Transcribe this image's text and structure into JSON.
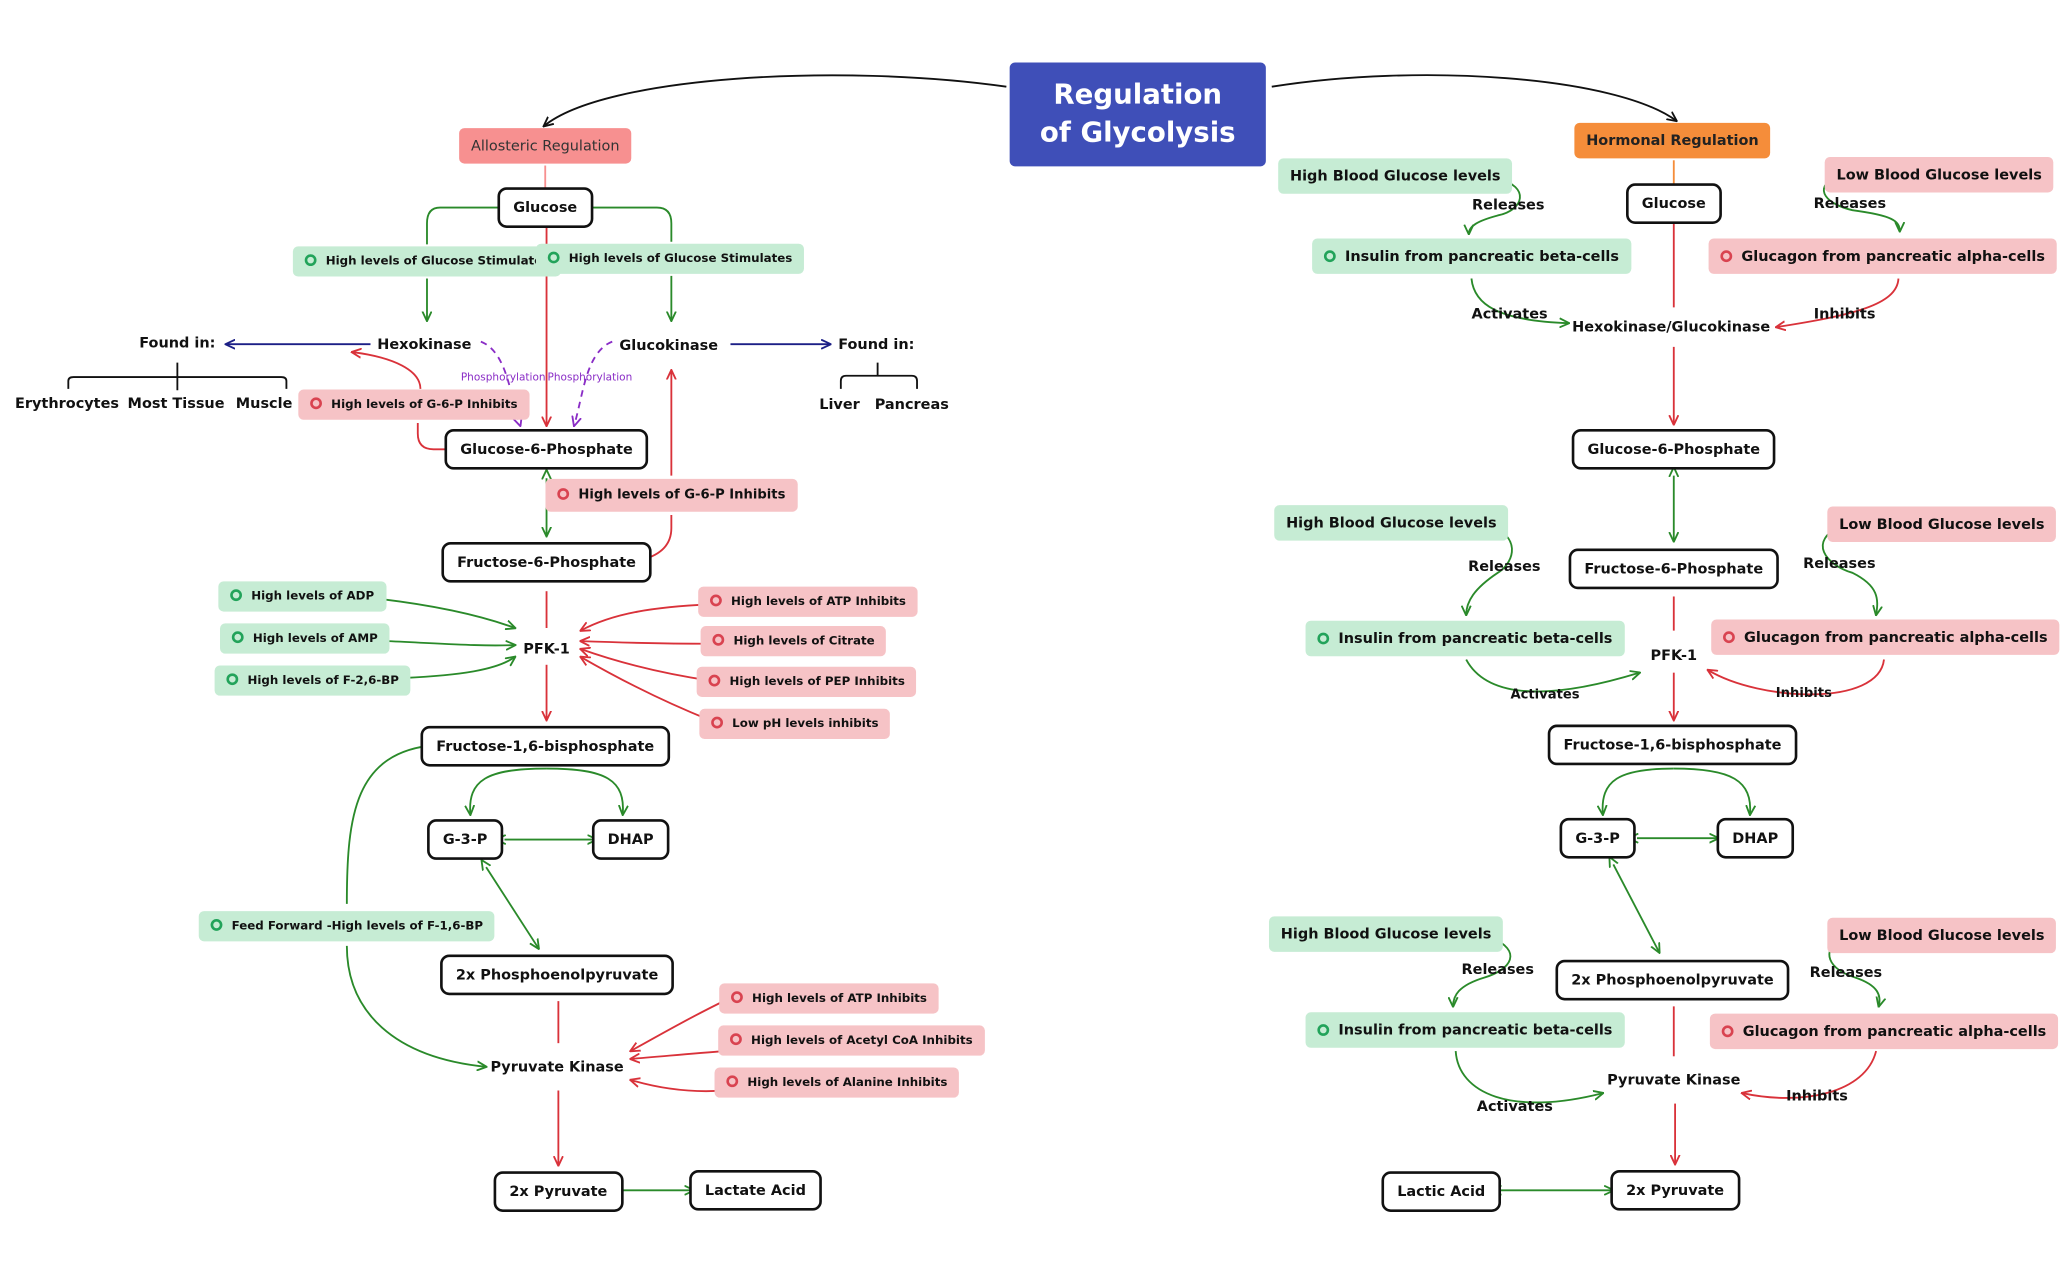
{
  "title": "Regulation of Glycolysis",
  "colors": {
    "title_bg": "#3f4fb8",
    "allosteric_bg": "#f79090",
    "hormonal_bg": "#f58d3a",
    "stimulate_bg": "#c6ecd4",
    "inhibit_bg": "#f6c3c6",
    "stimulate_arrow": "#2a8a2a",
    "inhibit_arrow": "#d9323a",
    "location_arrow": "#1c1f86",
    "phosphorylation_arrow": "#8a2dc6"
  },
  "left": {
    "heading": "Allosteric Regulation",
    "glucose": "Glucose",
    "glucose_stim_left": "High levels of Glucose Stimulates",
    "glucose_stim_right": "High levels of Glucose Stimulates",
    "hexokinase": "Hexokinase",
    "glucokinase": "Glucokinase",
    "found_in_left": "Found in:",
    "found_in_right": "Found in:",
    "erythrocytes": "Erythrocytes",
    "most_tissue": "Most Tissue",
    "muscle": "Muscle",
    "liver": "Liver",
    "pancreas": "Pancreas",
    "phosphorylation_left": "Phosphorylation",
    "phosphorylation_right": "Phosphorylation",
    "g6p_inhibits_small": "High levels of G-6-P Inhibits",
    "g6p": "Glucose-6-Phosphate",
    "g6p_inhibits": "High levels of G-6-P Inhibits",
    "f6p": "Fructose-6-Phosphate",
    "adp": "High levels of ADP",
    "amp": "High levels of AMP",
    "f26bp": "High levels of F-2,6-BP",
    "pfk1": "PFK-1",
    "atp_inhibits": "High levels of ATP Inhibits",
    "citrate": "High levels of Citrate",
    "pep_inhibits": "High levels of PEP Inhibits",
    "low_ph": "Low pH levels inhibits",
    "f16bp": "Fructose-1,6-bisphosphate",
    "g3p": "G-3-P",
    "dhap": "DHAP",
    "feed_forward": "Feed Forward -High levels of F-1,6-BP",
    "pep": "2x Phosphoenolpyruvate",
    "pk_atp": "High levels of ATP Inhibits",
    "pk_acetyl": "High levels of Acetyl CoA Inhibits",
    "pk_alanine": "High levels of Alanine Inhibits",
    "pyruvate_kinase": "Pyruvate Kinase",
    "pyruvate": "2x Pyruvate",
    "lactate": "Lactate Acid"
  },
  "right": {
    "heading": "Hormonal Regulation",
    "glucose": "Glucose",
    "high_bg_1": "High Blood Glucose levels",
    "low_bg_1": "Low Blood Glucose levels",
    "releases_1a": "Releases",
    "releases_1b": "Releases",
    "insulin_1": "Insulin from pancreatic beta-cells",
    "glucagon_1": "Glucagon from pancreatic alpha-cells",
    "activates_1": "Activates",
    "inhibits_1": "Inhibits",
    "hexo_gluco": "Hexokinase/Glucokinase",
    "g6p": "Glucose-6-Phosphate",
    "high_bg_2": "High Blood Glucose levels",
    "low_bg_2": "Low Blood Glucose levels",
    "releases_2a": "Releases",
    "releases_2b": "Releases",
    "f6p": "Fructose-6-Phosphate",
    "insulin_2": "Insulin from pancreatic beta-cells",
    "glucagon_2": "Glucagon from pancreatic alpha-cells",
    "pfk1": "PFK-1",
    "activates_2": "Activates",
    "inhibits_2": "Inhibits",
    "f16bp": "Fructose-1,6-bisphosphate",
    "g3p": "G-3-P",
    "dhap": "DHAP",
    "high_bg_3": "High Blood Glucose levels",
    "low_bg_3": "Low Blood Glucose levels",
    "releases_3a": "Releases",
    "releases_3b": "Releases",
    "pep": "2x Phosphoenolpyruvate",
    "insulin_3": "Insulin from pancreatic beta-cells",
    "glucagon_3": "Glucagon from pancreatic alpha-cells",
    "pyruvate_kinase": "Pyruvate Kinase",
    "activates_3": "Activates",
    "inhibits_3": "Inhibits",
    "lactic": "Lactic Acid",
    "pyruvate": "2x Pyruvate"
  }
}
